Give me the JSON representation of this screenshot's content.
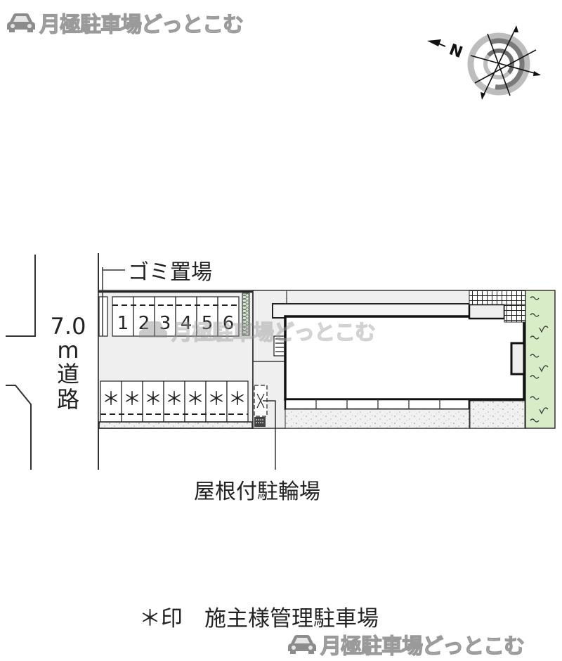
{
  "watermark": {
    "brand_text": "月極駐車場どっとこむ",
    "icon": "car-icon"
  },
  "compass": {
    "north_label": "N",
    "icon": "compass-icon"
  },
  "labels": {
    "garbage_area": "ゴミ置場",
    "road_width_value": "7.0",
    "road_width_unit": "m",
    "road_text_line1": "道",
    "road_text_line2": "路",
    "bicycle_parking": "屋根付駐輪場",
    "legend": "＊印　施主様管理駐車場"
  },
  "parking": {
    "numbered_spaces": [
      "1",
      "2",
      "3",
      "4",
      "5",
      "6"
    ],
    "owner_managed_spaces": [
      "＊",
      "＊",
      "＊",
      "＊",
      "＊",
      "＊",
      "＊"
    ],
    "owner_marker": "＊"
  },
  "colors": {
    "lot_fill": "#efefef",
    "planting_green": "#d8ecc8",
    "gravel_fill": "#f1f1f1",
    "line": "#222222",
    "watermark_fill": "#e6e6e6",
    "watermark_stroke": "#9a9a9a"
  }
}
